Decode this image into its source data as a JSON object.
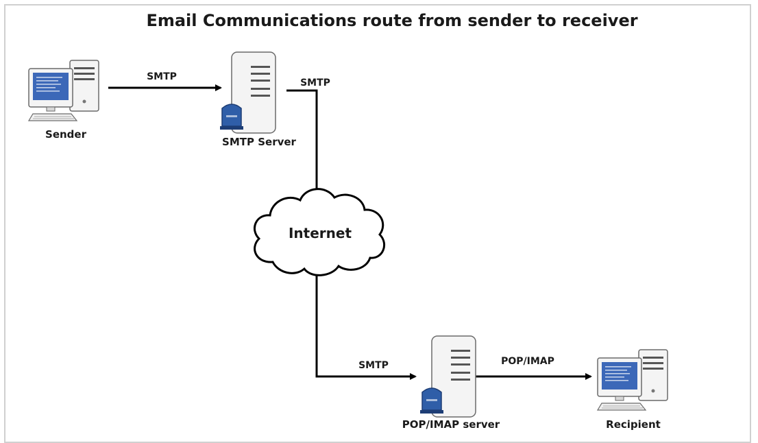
{
  "title": "Email Communications route from sender to receiver",
  "nodes": {
    "sender": {
      "label": "Sender",
      "icon": "desktop-computer-icon"
    },
    "smtp_server": {
      "label": "SMTP Server",
      "icon": "server-mailbox-icon"
    },
    "internet": {
      "label": "Internet",
      "icon": "cloud-icon"
    },
    "pop_imap_server": {
      "label": "POP/IMAP server",
      "icon": "server-mailbox-icon"
    },
    "recipient": {
      "label": "Recipient",
      "icon": "desktop-computer-icon"
    }
  },
  "edges": {
    "sender_to_smtp": {
      "label": "SMTP"
    },
    "smtp_to_internet": {
      "label": "SMTP"
    },
    "internet_to_pop": {
      "label": "SMTP"
    },
    "pop_to_recipient": {
      "label": "POP/IMAP"
    }
  },
  "colors": {
    "screen": "#3c68b8",
    "case": "#f4f4f4",
    "outline": "#6a6a6a",
    "mailbox": "#2f5ea8",
    "line": "#000000"
  }
}
